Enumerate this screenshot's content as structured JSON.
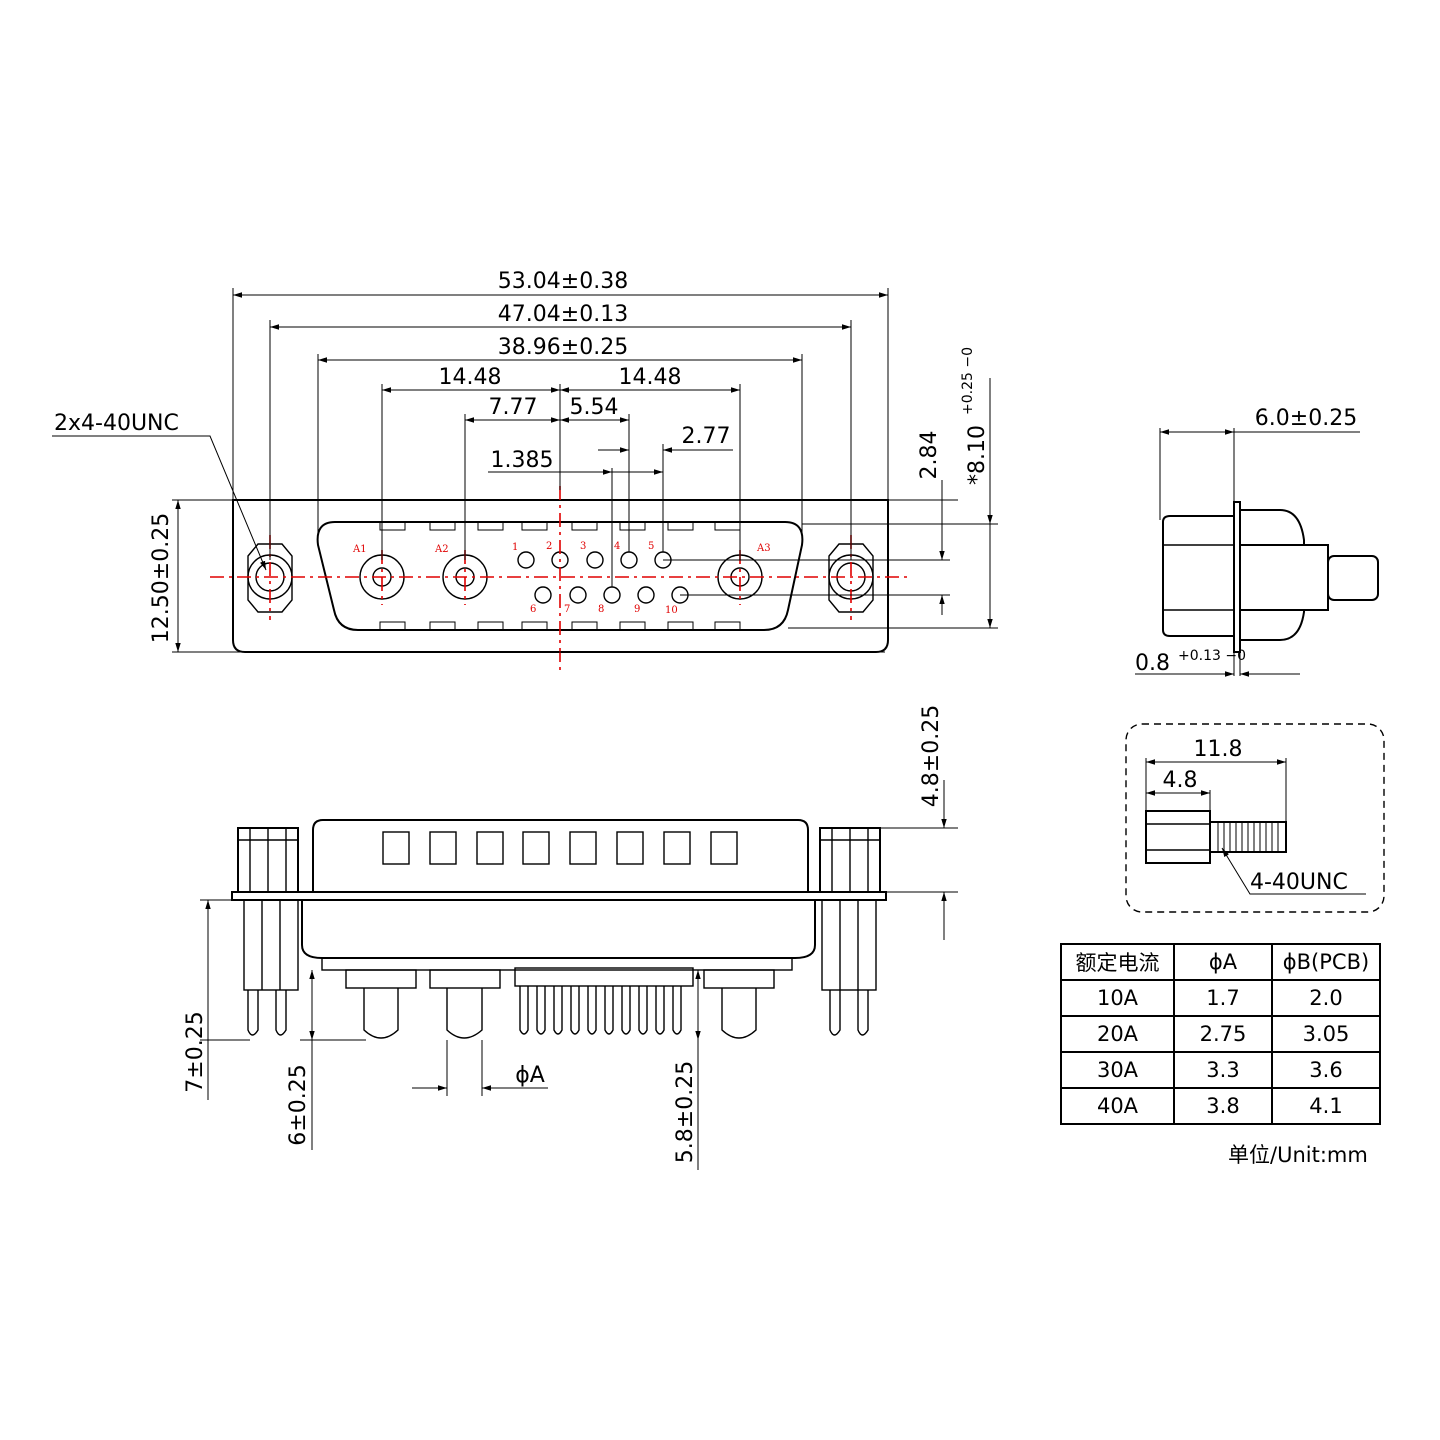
{
  "front_view": {
    "dims": {
      "overall": "53.04±0.38",
      "mount_holes": "47.04±0.13",
      "shell": "38.96±0.25",
      "left_span": "14.48",
      "right_span": "14.48",
      "a2_offset": "7.77",
      "pin_half": "5.54",
      "pitch": "2.77",
      "row_offset": "1.385",
      "thread_note": "2x4-40UNC",
      "height": "12.50±0.25",
      "row_gap": "2.84",
      "shell_height_main": "*8.10",
      "shell_height_tol": "+0.25 −0"
    },
    "contacts": {
      "power": [
        "A1",
        "A2",
        "A3"
      ],
      "top_row": [
        "1",
        "2",
        "3",
        "4",
        "5"
      ],
      "bottom_row": [
        "6",
        "7",
        "8",
        "9",
        "10"
      ]
    }
  },
  "side_view": {
    "depth": "6.0±0.25",
    "flange_main": "0.8",
    "flange_tol": "+0.13 −0"
  },
  "screw_detail": {
    "length": "11.8",
    "head": "4.8",
    "thread": "4-40UNC"
  },
  "bottom_view": {
    "shell_rise": "4.8±0.25",
    "post_len": "7±0.25",
    "power_pin_len": "6±0.25",
    "signal_pin_len": "5.8±0.25",
    "pin_dia": "ϕA"
  },
  "spec_table": {
    "headers": [
      "额定电流",
      "ϕA",
      "ϕB(PCB)"
    ],
    "rows": [
      [
        "10A",
        "1.7",
        "2.0"
      ],
      [
        "20A",
        "2.75",
        "3.05"
      ],
      [
        "30A",
        "3.3",
        "3.6"
      ],
      [
        "40A",
        "3.8",
        "4.1"
      ]
    ],
    "unit": "单位/Unit:mm"
  }
}
